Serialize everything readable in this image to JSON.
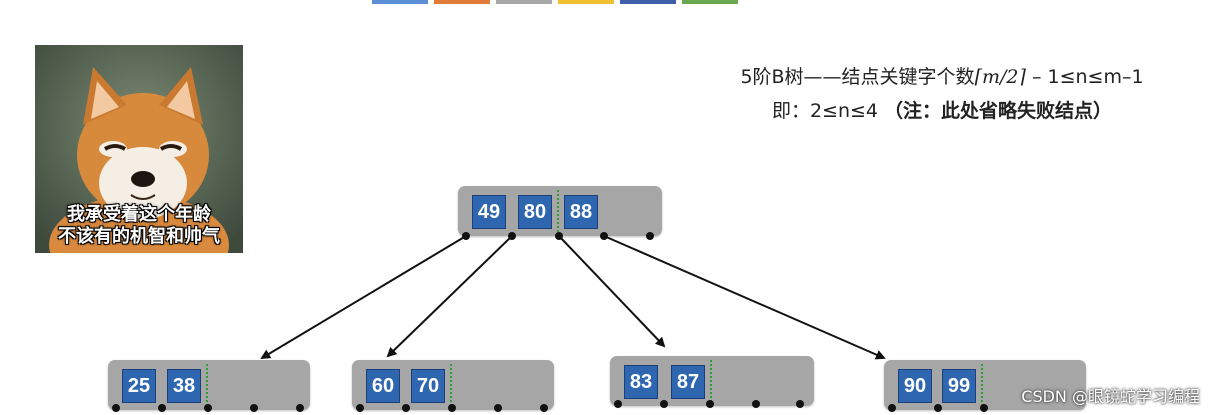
{
  "toolbar_swatches": [
    "#5b8fd6",
    "#e07b39",
    "#a8a8a8",
    "#f0c030",
    "#3f5fa8",
    "#6aa84f"
  ],
  "photo": {
    "caption_line1": "我承受着这个年龄",
    "caption_line2": "不该有的机智和帅气"
  },
  "rules": {
    "line1_prefix": "5阶B树——结点关键字个数",
    "line1_ceil": "⌈m/2⌉",
    "line1_suffix": " – 1≤n≤m–1",
    "line2_main": "即：2≤n≤4 ",
    "line2_note": "（注：此处省略失败结点）"
  },
  "tree": {
    "root": {
      "keys": [
        "49",
        "80",
        "88"
      ]
    },
    "children": [
      {
        "keys": [
          "25",
          "38"
        ]
      },
      {
        "keys": [
          "60",
          "70"
        ]
      },
      {
        "keys": [
          "83",
          "87"
        ]
      },
      {
        "keys": [
          "90",
          "99"
        ]
      }
    ]
  },
  "colors": {
    "node_fill": "#a6a6a6",
    "key_fill": "#2f66b0",
    "separator": "#2aa033"
  },
  "watermark": "CSDN @眼镜蛇学习编程"
}
